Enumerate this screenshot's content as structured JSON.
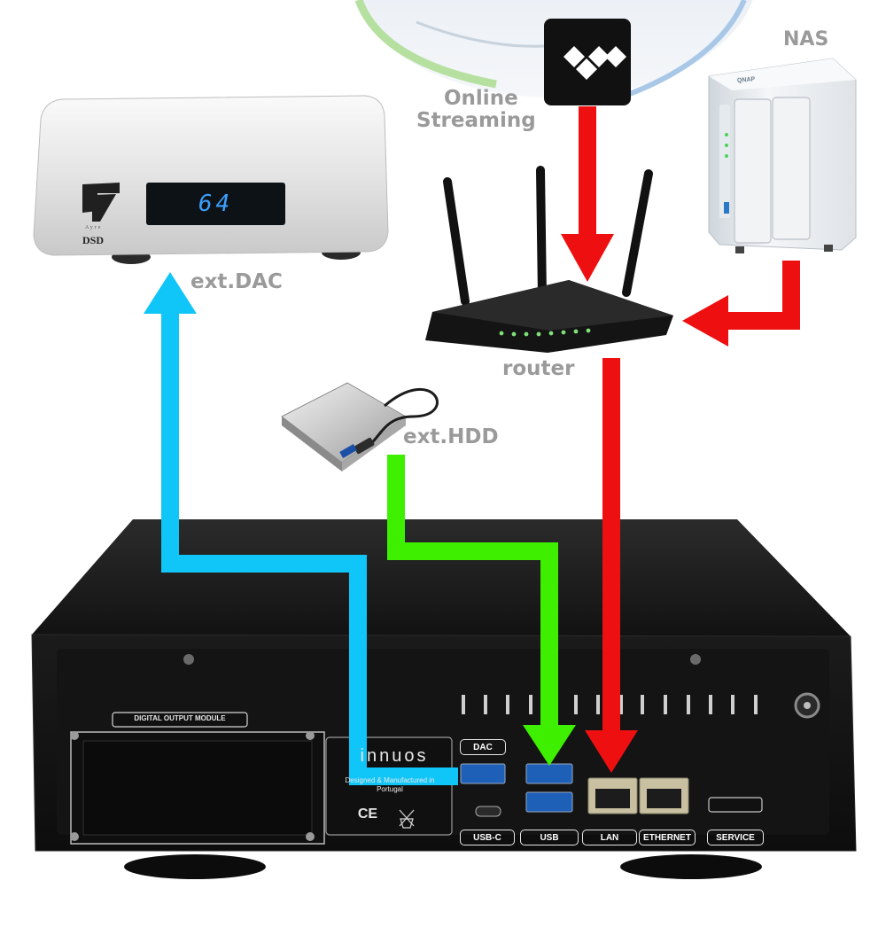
{
  "labels": {
    "nas": "NAS",
    "streaming_line1": "Online",
    "streaming_line2": "Streaming",
    "dac": "ext.DAC",
    "router": "router",
    "hdd": "ext.HDD"
  },
  "dac_device": {
    "display": "64",
    "model": "DSD",
    "brand": "Ayre"
  },
  "nas_device": {
    "brand": "QNAP"
  },
  "server": {
    "module_plate": "DIGITAL OUTPUT MODULE",
    "brand": "innuos",
    "made_in": "Designed & Manufactured in Portugal",
    "ce_mark": "CE",
    "port_labels": {
      "dac": "DAC",
      "usbc": "USB-C",
      "usb": "USB",
      "lan": "LAN",
      "ethernet": "ETHERNET",
      "service": "SERVICE"
    }
  },
  "colors": {
    "dac_link": "#10c6f8",
    "storage_link": "#3ef000",
    "network_link": "#ee1010",
    "label_gray": "#9a9a9a"
  }
}
